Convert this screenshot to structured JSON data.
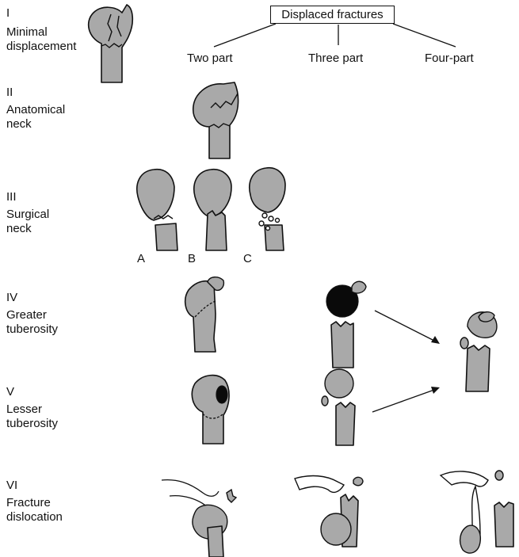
{
  "header": {
    "box_label": "Displaced fractures",
    "col_two": "Two part",
    "col_three": "Three part",
    "col_four": "Four-part"
  },
  "rows": [
    {
      "numeral": "I",
      "text": "Minimal\ndisplacement"
    },
    {
      "numeral": "II",
      "text": "Anatomical\nneck"
    },
    {
      "numeral": "III",
      "text": "Surgical\nneck"
    },
    {
      "numeral": "IV",
      "text": "Greater\ntuberosity"
    },
    {
      "numeral": "V",
      "text": "Lesser\ntuberosity"
    },
    {
      "numeral": "VI",
      "text": "Fracture\ndislocation"
    }
  ],
  "subfigs": {
    "a": "A",
    "b": "B",
    "c": "C"
  }
}
